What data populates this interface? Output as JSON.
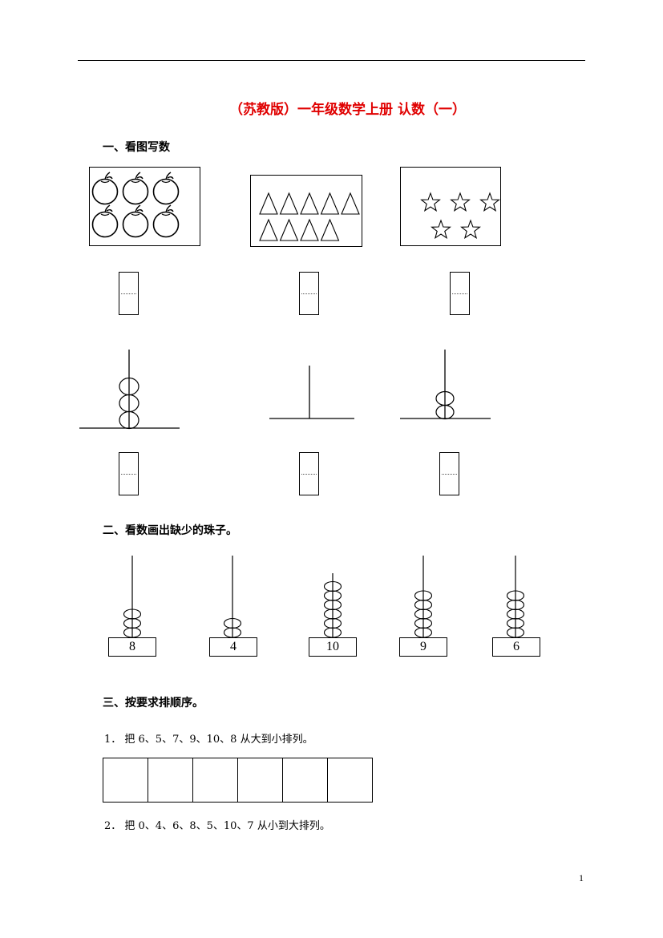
{
  "title": "（苏教版）一年级数学上册 认数（一）",
  "section1": {
    "heading": "一、看图写数",
    "pictures": [
      {
        "icon": "apple-icon",
        "count": 6
      },
      {
        "icon": "triangle-icon",
        "count": 9
      },
      {
        "icon": "star-icon",
        "count": 5
      }
    ],
    "abacus": [
      {
        "beads": 3
      },
      {
        "beads": 0
      },
      {
        "beads": 2
      }
    ]
  },
  "section2": {
    "heading": "二、看数画出缺少的珠子。",
    "items": [
      {
        "number": "8",
        "beads": 3
      },
      {
        "number": "4",
        "beads": 2
      },
      {
        "number": "10",
        "beads": 6
      },
      {
        "number": "9",
        "beads": 5
      },
      {
        "number": "6",
        "beads": 5
      }
    ]
  },
  "section3": {
    "heading": "三、按要求排顺序。",
    "q1": "1． 把 6、5、7、9、10、8 从大到小排列。",
    "q2": "2． 把 0、4、6、8、5、10、7 从小到大排列。",
    "cells": 6
  },
  "page_number": "1"
}
